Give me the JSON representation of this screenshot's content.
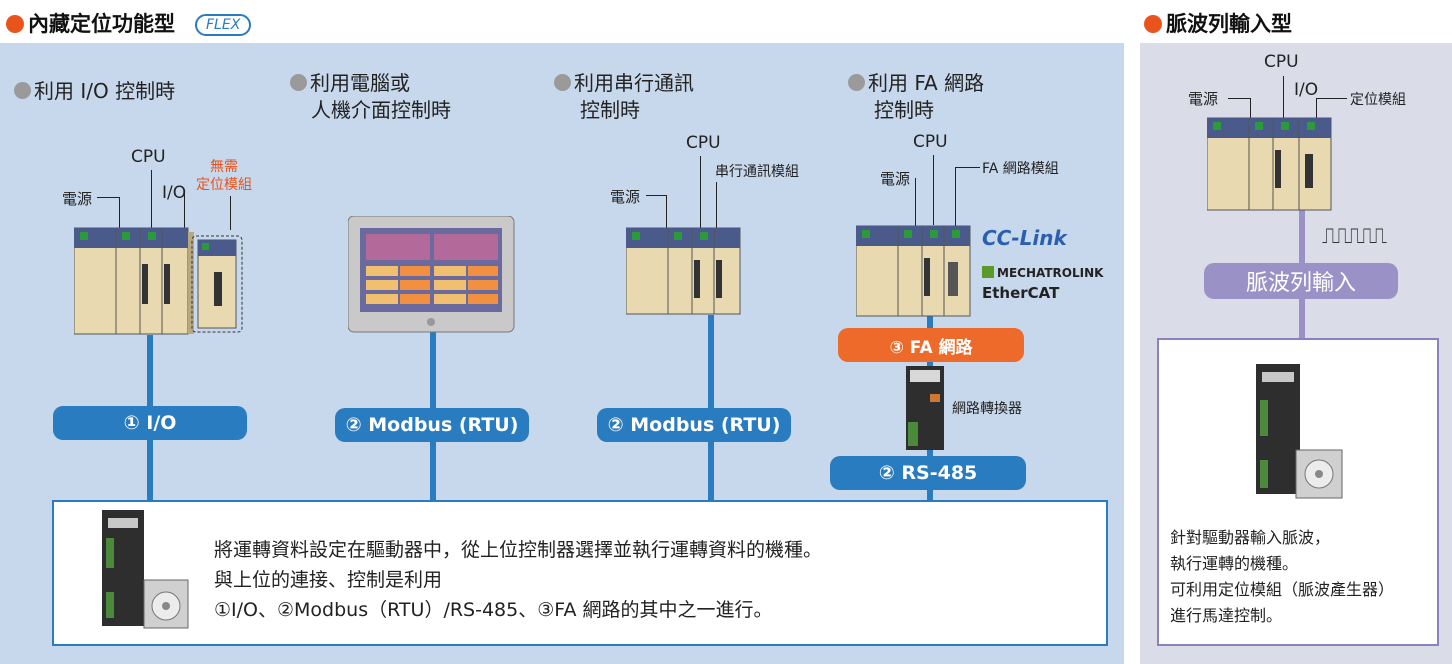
{
  "left_header": {
    "title": "內藏定位功能型",
    "badge": "FLEX"
  },
  "right_header": {
    "title": "脈波列輸入型"
  },
  "sections": [
    {
      "title_lines": [
        "利用 I/O 控制時"
      ]
    },
    {
      "title_lines": [
        "利用電腦或",
        "人機介面控制時"
      ]
    },
    {
      "title_lines": [
        "利用串行通訊",
        "控制時"
      ]
    },
    {
      "title_lines": [
        "利用 FA 網路",
        "控制時"
      ]
    }
  ],
  "labels": {
    "power": "電源",
    "cpu": "CPU",
    "io": "I/O",
    "no_module_line1": "無需",
    "no_module_line2": "定位模組",
    "serial_module": "串行通訊模組",
    "fa_module": "FA 網路模組",
    "converter": "網路轉換器",
    "positioning_module": "定位模組",
    "pulse_signal": "⎍⎍⎍⎍⎍"
  },
  "network_logos": [
    "CC-Link",
    "MECHATROLINK",
    "EtherCAT"
  ],
  "pills": {
    "io": "① I/O",
    "modbus1": "② Modbus (RTU)",
    "modbus2": "② Modbus (RTU)",
    "fa_network": "③ FA 網路",
    "rs485": "② RS-485",
    "pulse_input": "脈波列輸入"
  },
  "bottom_text": [
    "將運轉資料設定在驅動器中，從上位控制器選擇並執行運轉資料的機種。",
    "與上位的連接、控制是利用",
    "①I/O、②Modbus（RTU）/RS-485、③FA 網路的其中之一進行。"
  ],
  "right_text": [
    "針對驅動器輸入脈波，",
    "執行運轉的機種。",
    "可利用定位模組（脈波產生器）",
    "進行馬達控制。"
  ],
  "colors": {
    "accent_orange": "#e8541c",
    "link_blue": "#2a7cc0",
    "pulse_purple": "#9a92c6",
    "panel_blue": "#c8d8ec",
    "panel_gray": "#dadde8"
  }
}
